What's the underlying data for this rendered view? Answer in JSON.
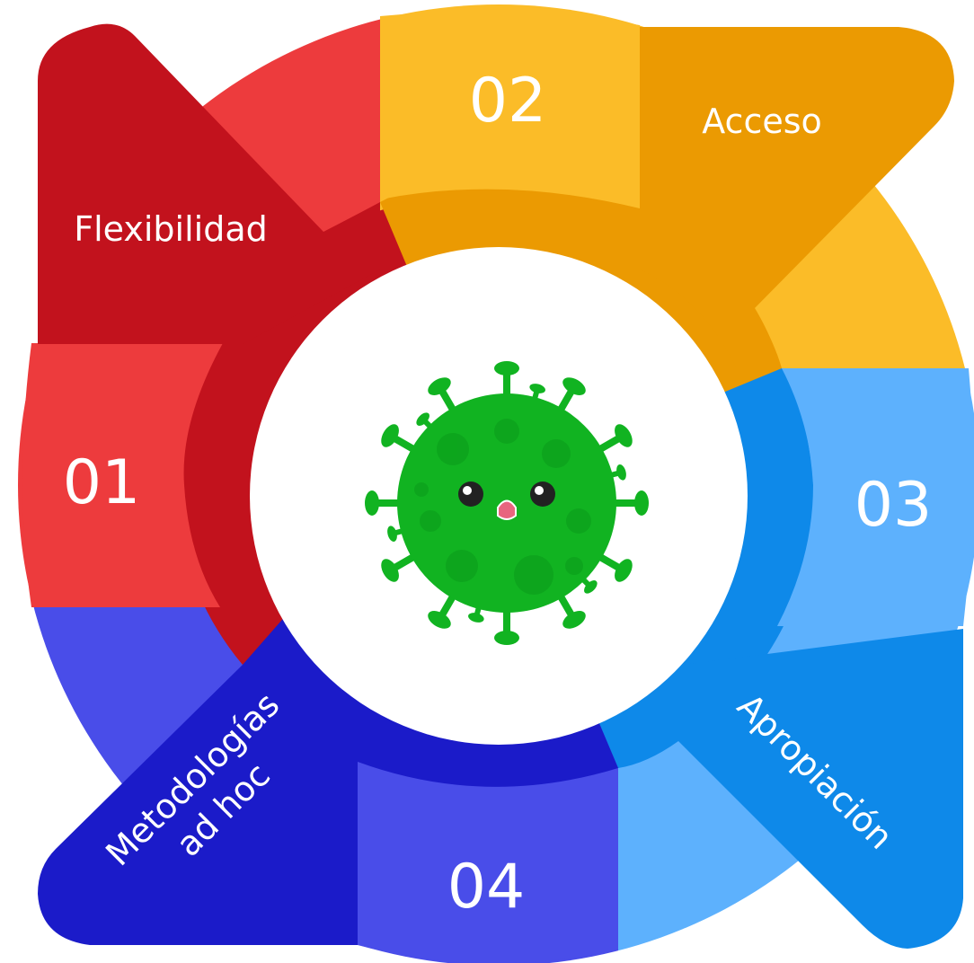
{
  "segments": [
    {
      "number": "01",
      "label": "Flexibilidad"
    },
    {
      "number": "02",
      "label": "Acceso"
    },
    {
      "number": "03",
      "label": "Apropiación"
    },
    {
      "number": "04",
      "label_line1": "Metodologías",
      "label_line2": "ad hoc"
    }
  ],
  "center_icon": "virus-icon",
  "colors": {
    "red_light": "#ED3B3D",
    "red_dark": "#C2121D",
    "yellow_light": "#FBBC28",
    "yellow_dark": "#EB9A02",
    "blue_light": "#5DB1FD",
    "blue_dark": "#0E89E9",
    "indigo_light": "#494DE9",
    "indigo_dark": "#1B1BC9",
    "virus_green": "#11B321"
  }
}
